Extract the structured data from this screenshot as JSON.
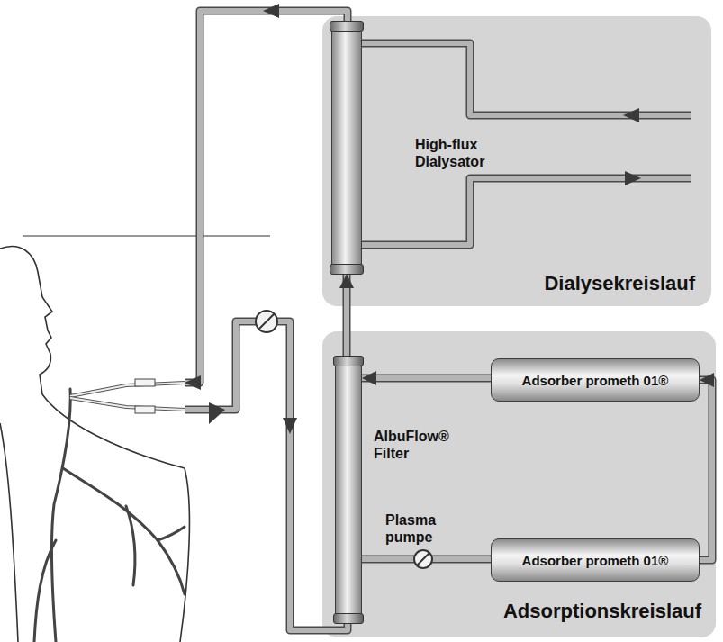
{
  "diagram": {
    "nodes": [
      {
        "text": [
          "Dialysekreislauf"
        ]
      },
      {
        "text": [
          "High-flux Dialysator"
        ],
        "in": 0
      },
      {
        "text": [
          "Adsorptionskreislauf"
        ]
      },
      {
        "text": [
          "AlbuFlow® Filter"
        ],
        "in": 2
      },
      {
        "text": [
          "Adsorber prometh 01®"
        ],
        "in": 2
      },
      {
        "text": [
          "Adsorber prometh 01®"
        ],
        "in": 2
      },
      {
        "text": [
          "Plasma pumpe"
        ],
        "in": 2
      }
    ],
    "edges": [
      {
        "from": 3,
        "to": 1,
        "arrow": "to"
      },
      {
        "from": 4,
        "to": 3,
        "arrow": "to"
      },
      {
        "from": 5,
        "to": 4,
        "arrow": "to"
      },
      {
        "from": 3,
        "to": 6,
        "arrow": "none"
      },
      {
        "from": 6,
        "to": 5,
        "arrow": "none"
      }
    ]
  }
}
